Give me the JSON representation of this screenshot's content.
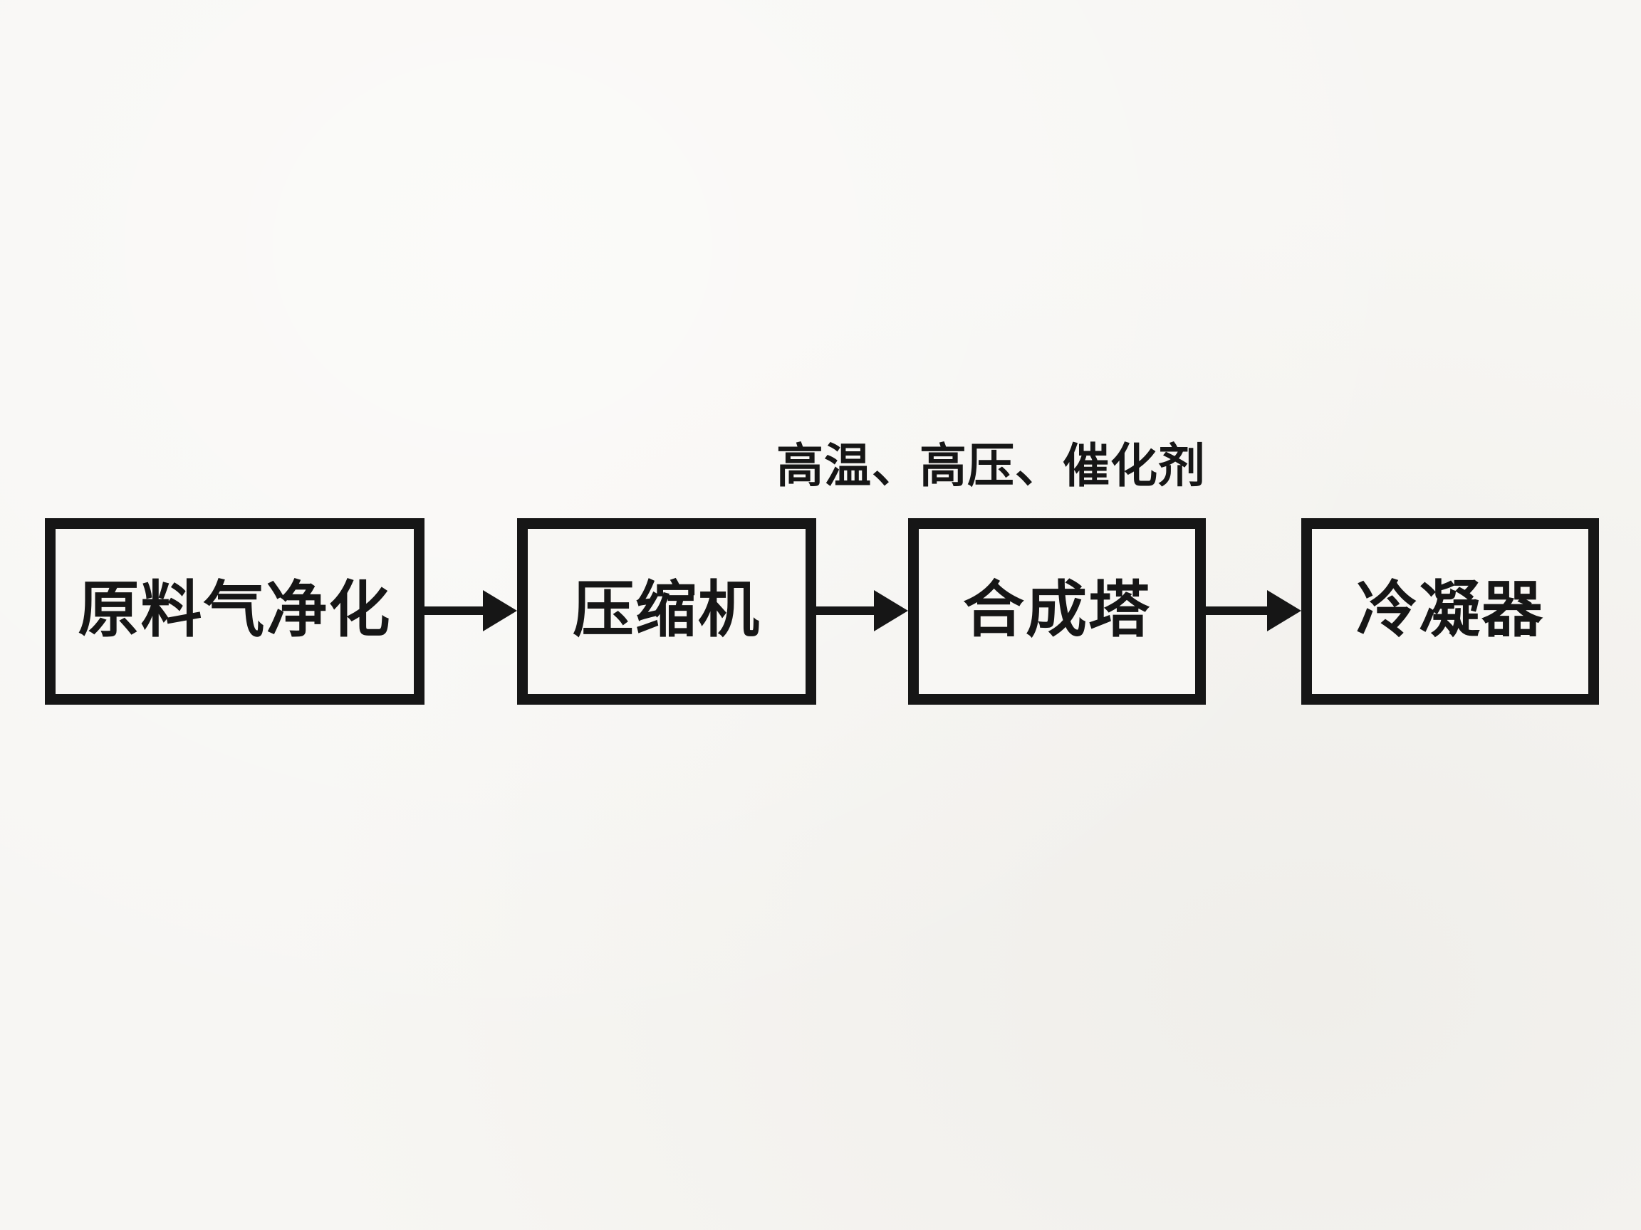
{
  "diagram": {
    "type": "process-flow",
    "direction": "left-to-right",
    "boxes": [
      {
        "id": "raw-gas-purification",
        "label": "原料气净化"
      },
      {
        "id": "compressor",
        "label": "压缩机"
      },
      {
        "id": "synthesis-tower",
        "label": "合成塔"
      },
      {
        "id": "condenser",
        "label": "冷凝器"
      }
    ],
    "arrows": [
      {
        "from": "raw-gas-purification",
        "to": "compressor"
      },
      {
        "from": "compressor",
        "to": "synthesis-tower",
        "annotation": "高温、高压、催化剂"
      },
      {
        "from": "synthesis-tower",
        "to": "condenser"
      }
    ],
    "annotation_above_synthesis": "高温、高压、催化剂",
    "colors": {
      "background": "#f7f6f3",
      "stroke": "#161616",
      "text": "#161616"
    }
  }
}
